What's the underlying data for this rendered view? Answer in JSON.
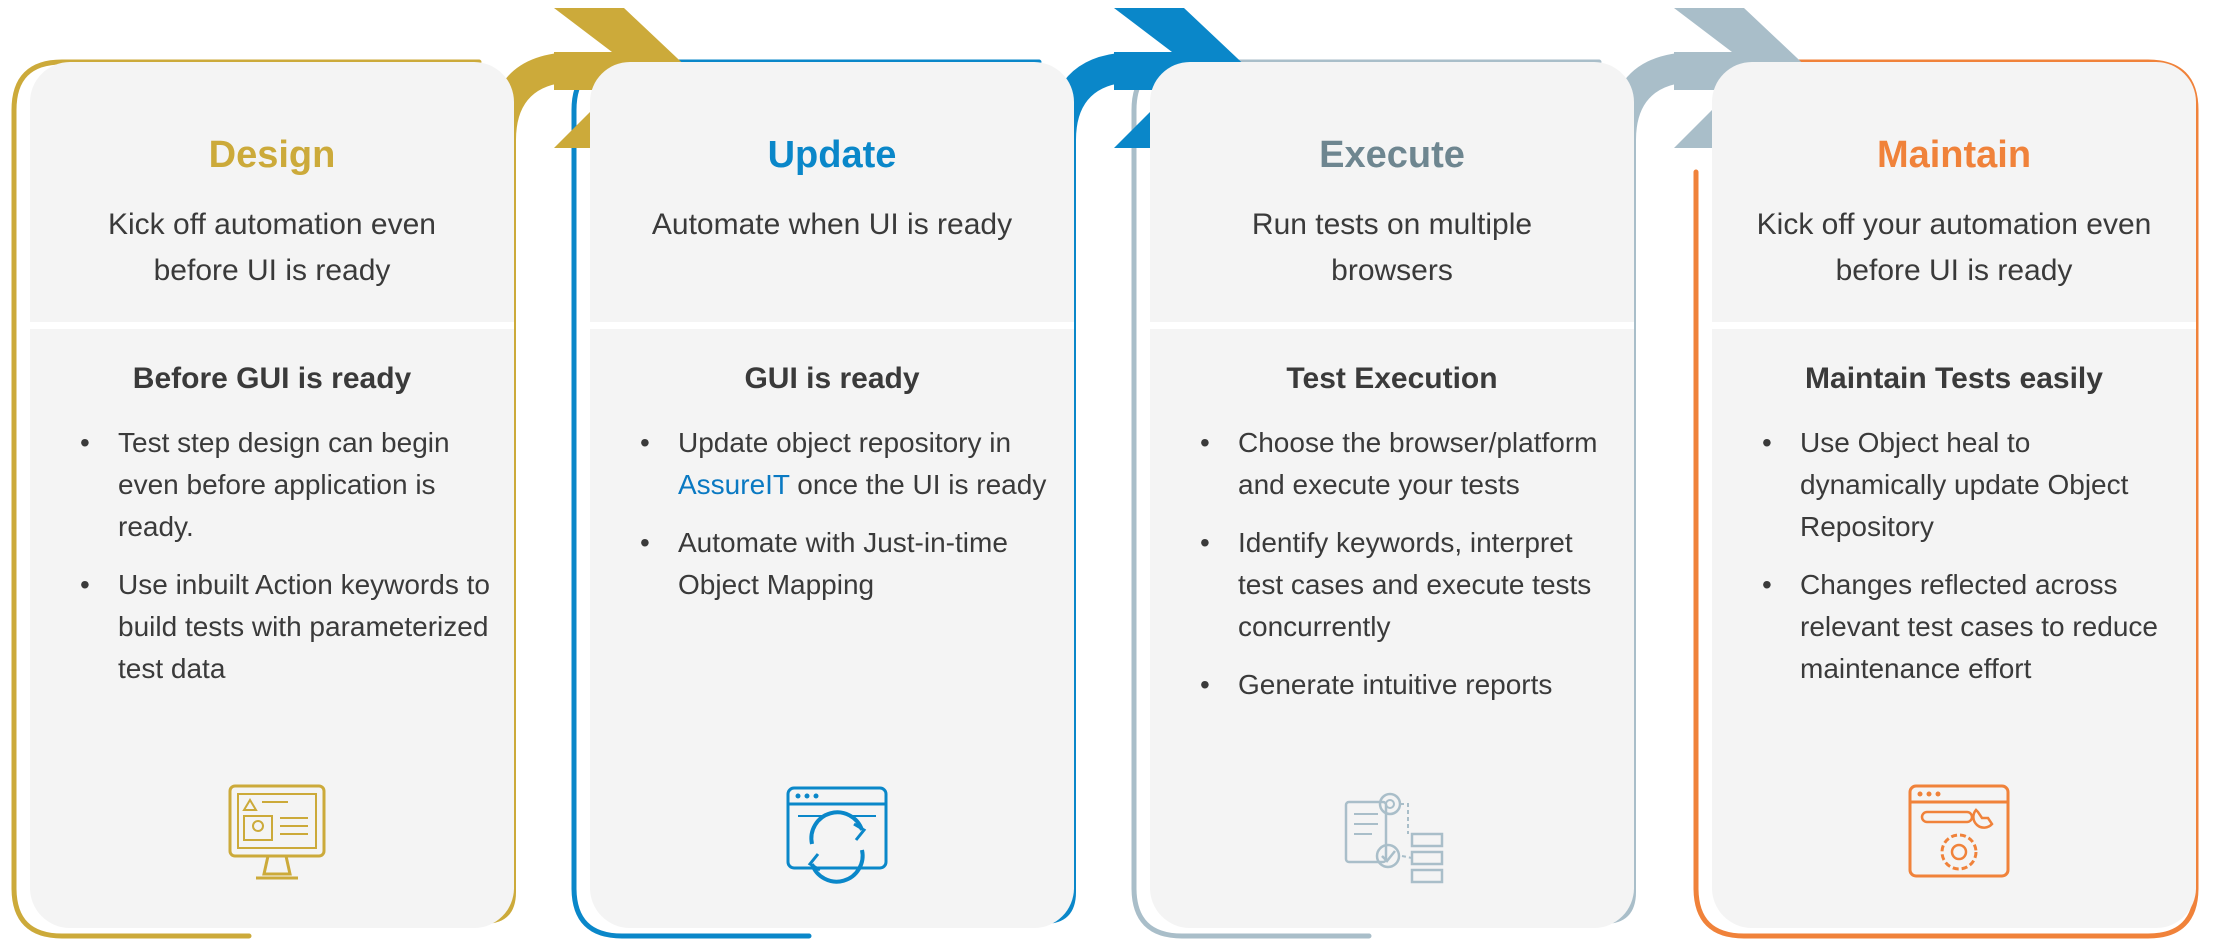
{
  "colors": {
    "design": "#ccaa3a",
    "update": "#0a87c9",
    "execute": "#a9bec9",
    "execute_title": "#6e8690",
    "maintain": "#f0823a",
    "card_bg": "#f4f4f4",
    "text": "#3a3a3a",
    "link": "#0a79c2"
  },
  "stages": [
    {
      "key": "design",
      "title": "Design",
      "subtitle": "Kick off automation even before UI is ready",
      "heading": "Before GUI is ready",
      "bullets": [
        {
          "text": "Test step design can begin even before application is ready."
        },
        {
          "text": "Use inbuilt Action keywords to build tests with parameterized test data"
        }
      ],
      "icon": "design-monitor-icon"
    },
    {
      "key": "update",
      "title": "Update",
      "subtitle": "Automate when UI is ready",
      "heading": "GUI is ready",
      "bullets": [
        {
          "pre": "Update object repository in ",
          "link": "AssureIT",
          "post": " once  the UI is ready"
        },
        {
          "text": "Automate with Just-in-time Object Mapping"
        }
      ],
      "icon": "browser-refresh-icon"
    },
    {
      "key": "execute",
      "title": "Execute",
      "subtitle": "Run tests on multiple browsers",
      "heading": "Test Execution",
      "bullets": [
        {
          "text": "Choose the browser/platform and execute your tests"
        },
        {
          "text": "Identify keywords, interpret test cases and execute tests concurrently"
        },
        {
          "text": "Generate intuitive reports"
        }
      ],
      "icon": "test-execution-icon"
    },
    {
      "key": "maintain",
      "title": "Maintain",
      "subtitle": "Kick off your automation even before UI is ready",
      "heading": "Maintain Tests easily",
      "bullets": [
        {
          "text": "Use Object heal to dynamically update Object Repository"
        },
        {
          "text": "Changes reflected across relevant test cases to reduce maintenance effort"
        }
      ],
      "icon": "browser-gear-icon"
    }
  ]
}
